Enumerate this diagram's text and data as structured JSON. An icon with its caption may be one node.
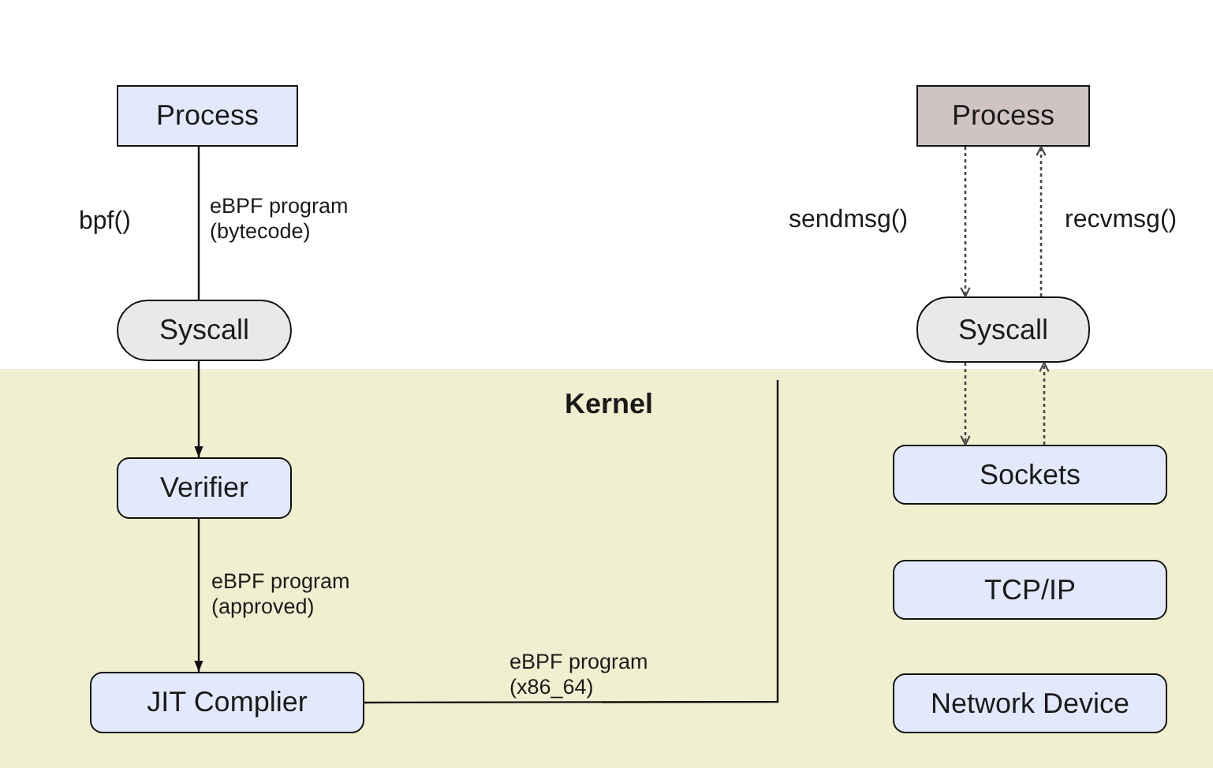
{
  "diagram": {
    "nodes": [
      {
        "text": [
          "Process"
        ]
      },
      {
        "text": [
          "Process"
        ]
      },
      {
        "text": [
          "Syscall"
        ]
      },
      {
        "text": [
          "Syscall"
        ]
      },
      {
        "text": [
          "Kernel"
        ]
      },
      {
        "text": [
          "Verifier"
        ],
        "in": 4
      },
      {
        "text": [
          "Sockets"
        ],
        "in": 4
      },
      {
        "text": [
          "TCP/IP"
        ],
        "in": 4
      },
      {
        "text": [
          "JIT Complier"
        ],
        "in": 4
      },
      {
        "text": [
          "Network Device"
        ],
        "in": 4
      }
    ],
    "edges": [
      {
        "from": 0,
        "to": 2,
        "arrow": "none",
        "label": "eBPF program (bytecode)"
      },
      {
        "from": 1,
        "to": 3,
        "arrow": "to",
        "style": "dashed",
        "label": "sendmsg()"
      },
      {
        "from": 3,
        "to": 1,
        "arrow": "to",
        "style": "dashed",
        "label": "recvmsg()"
      },
      {
        "from": 2,
        "to": 5,
        "arrow": "to"
      },
      {
        "from": 3,
        "to": 6,
        "arrow": "to",
        "style": "dashed"
      },
      {
        "from": 6,
        "to": 3,
        "arrow": "to",
        "style": "dashed"
      },
      {
        "from": 5,
        "to": 8,
        "arrow": "to",
        "label": "eBPF program (approved)"
      },
      {
        "from": 8,
        "to": null,
        "arrow": "none",
        "label": "eBPF program (x86_64)"
      }
    ],
    "labels": [
      "bpf()"
    ]
  }
}
